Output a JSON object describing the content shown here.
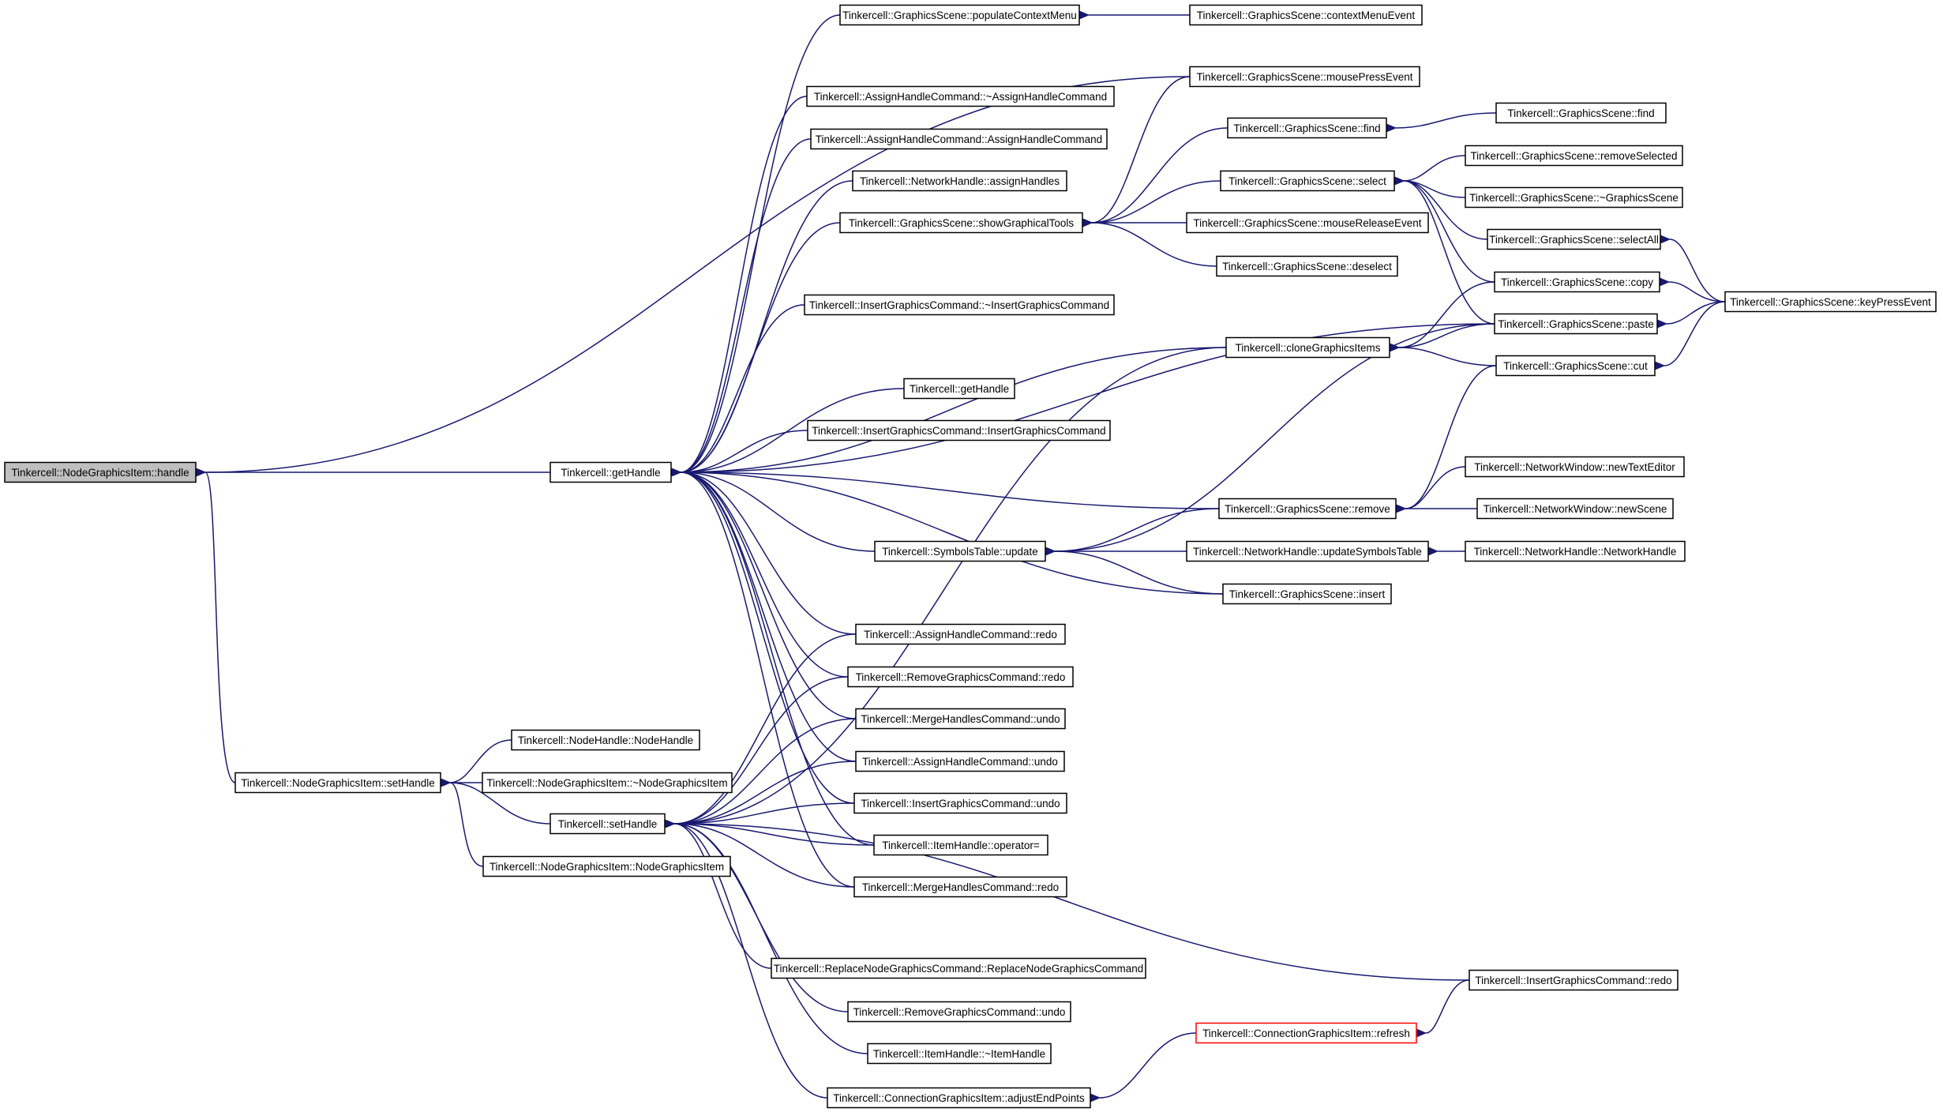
{
  "diagram": {
    "nodes": [
      {
        "id": "n0",
        "label": "Tinkercell::NodeGraphicsItem::handle",
        "root": true
      },
      {
        "id": "n1",
        "label": "Tinkercell::getHandle"
      },
      {
        "id": "n2",
        "label": "Tinkercell::NodeGraphicsItem::setHandle"
      },
      {
        "id": "n3",
        "label": "Tinkercell::setHandle"
      },
      {
        "id": "n4",
        "label": "Tinkercell::GraphicsScene::populateContextMenu"
      },
      {
        "id": "n5",
        "label": "Tinkercell::GraphicsScene::contextMenuEvent"
      },
      {
        "id": "n6",
        "label": "Tinkercell::GraphicsScene::mousePressEvent"
      },
      {
        "id": "n7",
        "label": "Tinkercell::AssignHandleCommand::~AssignHandleCommand"
      },
      {
        "id": "n8",
        "label": "Tinkercell::AssignHandleCommand::AssignHandleCommand"
      },
      {
        "id": "n9",
        "label": "Tinkercell::NetworkHandle::assignHandles"
      },
      {
        "id": "n10",
        "label": "Tinkercell::GraphicsScene::showGraphicalTools"
      },
      {
        "id": "n11",
        "label": "Tinkercell::InsertGraphicsCommand::~InsertGraphicsCommand"
      },
      {
        "id": "n12",
        "label": "Tinkercell::getHandle"
      },
      {
        "id": "n13",
        "label": "Tinkercell::InsertGraphicsCommand::InsertGraphicsCommand"
      },
      {
        "id": "n14",
        "label": "Tinkercell::SymbolsTable::update"
      },
      {
        "id": "n15",
        "label": "Tinkercell::GraphicsScene::find"
      },
      {
        "id": "n16",
        "label": "Tinkercell::GraphicsScene::find"
      },
      {
        "id": "n17",
        "label": "Tinkercell::GraphicsScene::select"
      },
      {
        "id": "n18",
        "label": "Tinkercell::GraphicsScene::removeSelected"
      },
      {
        "id": "n19",
        "label": "Tinkercell::GraphicsScene::~GraphicsScene"
      },
      {
        "id": "n20",
        "label": "Tinkercell::GraphicsScene::mouseReleaseEvent"
      },
      {
        "id": "n21",
        "label": "Tinkercell::GraphicsScene::selectAll"
      },
      {
        "id": "n22",
        "label": "Tinkercell::GraphicsScene::deselect"
      },
      {
        "id": "n23",
        "label": "Tinkercell::GraphicsScene::copy"
      },
      {
        "id": "n24",
        "label": "Tinkercell::GraphicsScene::keyPressEvent"
      },
      {
        "id": "n25",
        "label": "Tinkercell::GraphicsScene::paste"
      },
      {
        "id": "n26",
        "label": "Tinkercell::cloneGraphicsItems"
      },
      {
        "id": "n27",
        "label": "Tinkercell::GraphicsScene::cut"
      },
      {
        "id": "n28",
        "label": "Tinkercell::NetworkWindow::newTextEditor"
      },
      {
        "id": "n29",
        "label": "Tinkercell::GraphicsScene::remove"
      },
      {
        "id": "n30",
        "label": "Tinkercell::NetworkWindow::newScene"
      },
      {
        "id": "n31",
        "label": "Tinkercell::NetworkHandle::updateSymbolsTable"
      },
      {
        "id": "n32",
        "label": "Tinkercell::NetworkHandle::NetworkHandle"
      },
      {
        "id": "n33",
        "label": "Tinkercell::GraphicsScene::insert"
      },
      {
        "id": "n34",
        "label": "Tinkercell::AssignHandleCommand::redo"
      },
      {
        "id": "n35",
        "label": "Tinkercell::RemoveGraphicsCommand::redo"
      },
      {
        "id": "n36",
        "label": "Tinkercell::MergeHandlesCommand::undo"
      },
      {
        "id": "n37",
        "label": "Tinkercell::AssignHandleCommand::undo"
      },
      {
        "id": "n38",
        "label": "Tinkercell::InsertGraphicsCommand::undo"
      },
      {
        "id": "n39",
        "label": "Tinkercell::ItemHandle::operator="
      },
      {
        "id": "n40",
        "label": "Tinkercell::MergeHandlesCommand::redo"
      },
      {
        "id": "n41",
        "label": "Tinkercell::NodeHandle::NodeHandle"
      },
      {
        "id": "n42",
        "label": "Tinkercell::NodeGraphicsItem::~NodeGraphicsItem"
      },
      {
        "id": "n43",
        "label": "Tinkercell::NodeGraphicsItem::NodeGraphicsItem"
      },
      {
        "id": "n44",
        "label": "Tinkercell::ReplaceNodeGraphicsCommand::ReplaceNodeGraphicsCommand"
      },
      {
        "id": "n45",
        "label": "Tinkercell::RemoveGraphicsCommand::undo"
      },
      {
        "id": "n46",
        "label": "Tinkercell::ItemHandle::~ItemHandle"
      },
      {
        "id": "n47",
        "label": "Tinkercell::ConnectionGraphicsItem::adjustEndPoints"
      },
      {
        "id": "n48",
        "label": "Tinkercell::ConnectionGraphicsItem::refresh",
        "red": true
      },
      {
        "id": "n49",
        "label": "Tinkercell::InsertGraphicsCommand::redo"
      }
    ],
    "edges": [
      [
        "n0",
        "n1"
      ],
      [
        "n0",
        "n2"
      ],
      [
        "n0",
        "n6"
      ],
      [
        "n1",
        "n4"
      ],
      [
        "n1",
        "n7"
      ],
      [
        "n1",
        "n8"
      ],
      [
        "n1",
        "n9"
      ],
      [
        "n1",
        "n10"
      ],
      [
        "n1",
        "n11"
      ],
      [
        "n1",
        "n12"
      ],
      [
        "n1",
        "n13"
      ],
      [
        "n1",
        "n14"
      ],
      [
        "n1",
        "n25"
      ],
      [
        "n1",
        "n26"
      ],
      [
        "n1",
        "n29"
      ],
      [
        "n1",
        "n33"
      ],
      [
        "n1",
        "n34"
      ],
      [
        "n1",
        "n35"
      ],
      [
        "n1",
        "n36"
      ],
      [
        "n1",
        "n37"
      ],
      [
        "n1",
        "n38"
      ],
      [
        "n1",
        "n39"
      ],
      [
        "n1",
        "n40"
      ],
      [
        "n4",
        "n5"
      ],
      [
        "n10",
        "n6"
      ],
      [
        "n10",
        "n15"
      ],
      [
        "n10",
        "n17"
      ],
      [
        "n10",
        "n20"
      ],
      [
        "n10",
        "n22"
      ],
      [
        "n15",
        "n16"
      ],
      [
        "n17",
        "n18"
      ],
      [
        "n17",
        "n19"
      ],
      [
        "n17",
        "n21"
      ],
      [
        "n17",
        "n23"
      ],
      [
        "n17",
        "n25"
      ],
      [
        "n21",
        "n24"
      ],
      [
        "n23",
        "n24"
      ],
      [
        "n25",
        "n24"
      ],
      [
        "n27",
        "n24"
      ],
      [
        "n26",
        "n23"
      ],
      [
        "n26",
        "n25"
      ],
      [
        "n26",
        "n27"
      ],
      [
        "n29",
        "n27"
      ],
      [
        "n29",
        "n28"
      ],
      [
        "n29",
        "n30"
      ],
      [
        "n14",
        "n25"
      ],
      [
        "n14",
        "n29"
      ],
      [
        "n14",
        "n31"
      ],
      [
        "n14",
        "n33"
      ],
      [
        "n31",
        "n32"
      ],
      [
        "n2",
        "n41"
      ],
      [
        "n2",
        "n42"
      ],
      [
        "n2",
        "n3"
      ],
      [
        "n2",
        "n43"
      ],
      [
        "n3",
        "n26"
      ],
      [
        "n3",
        "n34"
      ],
      [
        "n3",
        "n35"
      ],
      [
        "n3",
        "n36"
      ],
      [
        "n3",
        "n37"
      ],
      [
        "n3",
        "n38"
      ],
      [
        "n3",
        "n39"
      ],
      [
        "n3",
        "n40"
      ],
      [
        "n3",
        "n44"
      ],
      [
        "n3",
        "n45"
      ],
      [
        "n3",
        "n46"
      ],
      [
        "n3",
        "n47"
      ],
      [
        "n3",
        "n49"
      ],
      [
        "n47",
        "n48"
      ],
      [
        "n48",
        "n49"
      ]
    ]
  }
}
